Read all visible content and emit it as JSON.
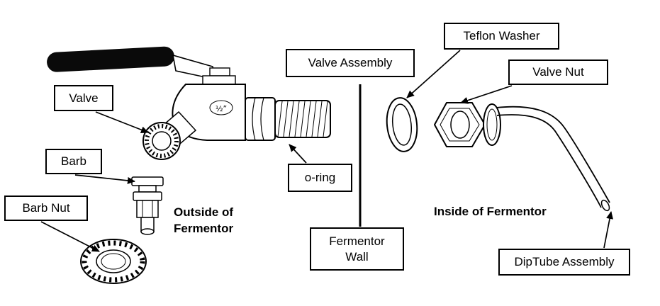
{
  "labels": {
    "valve": "Valve",
    "barb": "Barb",
    "barb_nut": "Barb Nut",
    "valve_assembly": "Valve Assembly",
    "teflon_washer": "Teflon Washer",
    "valve_nut": "Valve Nut",
    "o_ring": "o-ring",
    "fermentor_wall": "Fermentor Wall",
    "diptube_assembly": "DipTube Assembly"
  },
  "annotations": {
    "outside": "Outside of Fermentor",
    "inside": "Inside of Fermentor",
    "valve_size": "½”"
  },
  "colors": {
    "line": "#000000",
    "background": "#ffffff",
    "handle": "#0a0a0a"
  }
}
